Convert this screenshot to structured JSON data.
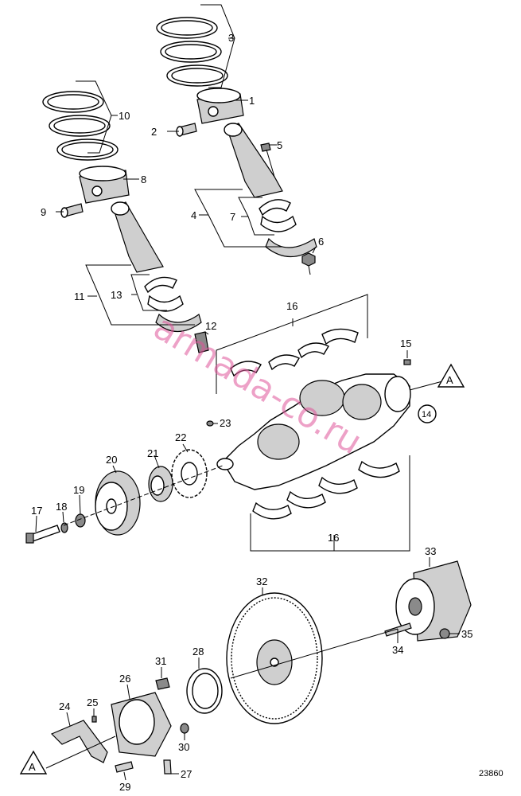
{
  "watermark": "armada-co.ru",
  "figure_number": "23860",
  "section_marker": "A",
  "callouts": {
    "c1": "1",
    "c2": "2",
    "c3": "3",
    "c4": "4",
    "c5": "5",
    "c6": "6",
    "c7": "7",
    "c8": "8",
    "c9": "9",
    "c10": "10",
    "c11": "11",
    "c12": "12",
    "c13": "13",
    "c14": "14",
    "c15": "15",
    "c16a": "16",
    "c16b": "16",
    "c17": "17",
    "c18": "18",
    "c19": "19",
    "c20": "20",
    "c21": "21",
    "c22": "22",
    "c23": "23",
    "c24": "24",
    "c25": "25",
    "c26": "26",
    "c27": "27",
    "c28": "28",
    "c29": "29",
    "c30": "30",
    "c31": "31",
    "c32": "32",
    "c33": "33",
    "c34": "34",
    "c35": "35"
  }
}
